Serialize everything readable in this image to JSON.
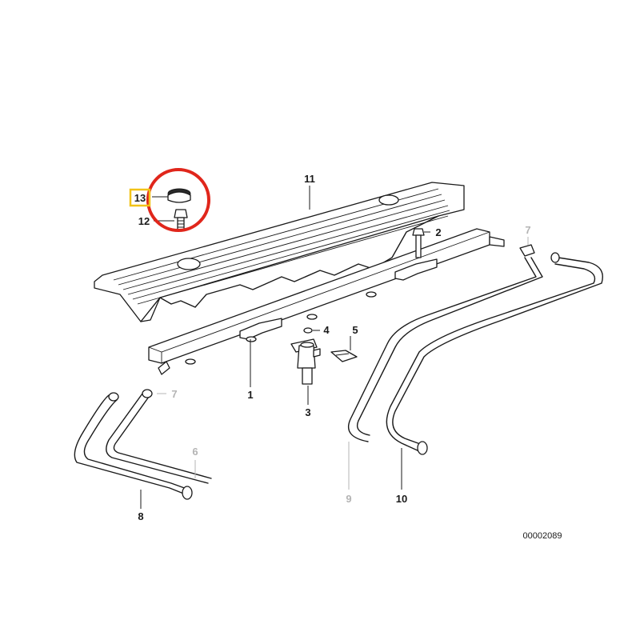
{
  "diagram_id": "00002089",
  "colors": {
    "ink": "#1a1a1a",
    "muted": "#b4b4b4",
    "highlight_circle": "#e0261b",
    "highlight_box": "#f2c318"
  },
  "callouts": [
    {
      "id": "c1",
      "label": "1",
      "muted": false,
      "boxed": false
    },
    {
      "id": "c2",
      "label": "2",
      "muted": false,
      "boxed": false
    },
    {
      "id": "c3",
      "label": "3",
      "muted": false,
      "boxed": false
    },
    {
      "id": "c4",
      "label": "4",
      "muted": false,
      "boxed": false
    },
    {
      "id": "c5",
      "label": "5",
      "muted": false,
      "boxed": false
    },
    {
      "id": "c6",
      "label": "6",
      "muted": true,
      "boxed": false
    },
    {
      "id": "c7a",
      "label": "7",
      "muted": true,
      "boxed": false
    },
    {
      "id": "c7b",
      "label": "7",
      "muted": true,
      "boxed": false
    },
    {
      "id": "c8",
      "label": "8",
      "muted": false,
      "boxed": false
    },
    {
      "id": "c9",
      "label": "9",
      "muted": true,
      "boxed": false
    },
    {
      "id": "c10",
      "label": "10",
      "muted": false,
      "boxed": false
    },
    {
      "id": "c11",
      "label": "11",
      "muted": false,
      "boxed": false
    },
    {
      "id": "c12",
      "label": "12",
      "muted": false,
      "boxed": false
    },
    {
      "id": "c13",
      "label": "13",
      "muted": false,
      "boxed": true
    }
  ],
  "parts": [
    {
      "name": "fuel-rail",
      "callout": "1"
    },
    {
      "name": "bolt",
      "callout": "2"
    },
    {
      "name": "injector",
      "callout": "3"
    },
    {
      "name": "seal-ring",
      "callout": "4"
    },
    {
      "name": "clip",
      "callout": "5"
    },
    {
      "name": "return-hose",
      "callout": "6"
    },
    {
      "name": "hose-clamp",
      "callout": "7"
    },
    {
      "name": "feed-hose",
      "callout": "8"
    },
    {
      "name": "fuel-line-front",
      "callout": "9"
    },
    {
      "name": "fuel-line-rear",
      "callout": "10"
    },
    {
      "name": "engine-cover",
      "callout": "11"
    },
    {
      "name": "cover-bolt",
      "callout": "12"
    },
    {
      "name": "cover-cap",
      "callout": "13"
    }
  ]
}
